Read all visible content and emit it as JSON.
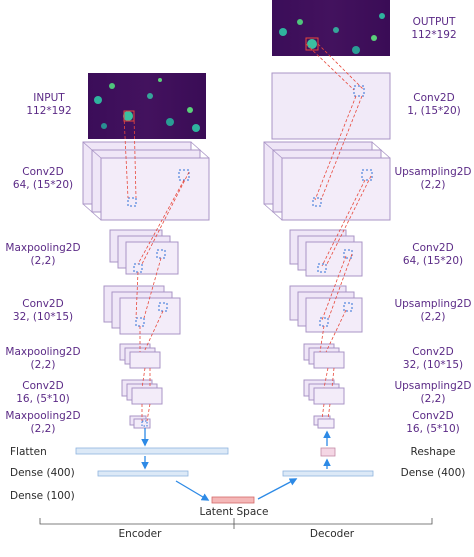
{
  "encoder": {
    "input_name": "INPUT",
    "input_dims": "112*192",
    "layers": [
      {
        "name": "Conv2D",
        "params": "64, (15*20)"
      },
      {
        "name": "Maxpooling2D",
        "params": "(2,2)"
      },
      {
        "name": "Conv2D",
        "params": "32, (10*15)"
      },
      {
        "name": "Maxpooling2D",
        "params": "(2,2)"
      },
      {
        "name": "Conv2D",
        "params": "16, (5*10)"
      },
      {
        "name": "Maxpooling2D",
        "params": "(2,2)"
      }
    ],
    "flatten": "Flatten",
    "dense1": "Dense (400)",
    "dense2": "Dense (100)",
    "bracket_label": "Encoder"
  },
  "decoder": {
    "output_name": "OUTPUT",
    "output_dims": "112*192",
    "layers": [
      {
        "name": "Conv2D",
        "params": "1, (15*20)"
      },
      {
        "name": "Upsampling2D",
        "params": "(2,2)"
      },
      {
        "name": "Conv2D",
        "params": "64, (15*20)"
      },
      {
        "name": "Upsampling2D",
        "params": "(2,2)"
      },
      {
        "name": "Conv2D",
        "params": "32, (10*15)"
      },
      {
        "name": "Upsampling2D",
        "params": "(2,2)"
      },
      {
        "name": "Conv2D",
        "params": "16, (5*10)"
      }
    ],
    "reshape": "Reshape",
    "dense": "Dense (400)",
    "bracket_label": "Decoder"
  },
  "latent_label": "Latent Space",
  "colors": {
    "label_purple": "#5b2a86",
    "layer_fill": "#efe6f7",
    "layer_stroke": "#a994c6",
    "dashed_red": "#e8483b",
    "dashed_blue": "#2f6fd6",
    "arrow_blue": "#2d8ae6",
    "latent_fill": "#f4b7b7",
    "dense_fill": "#dce9f7"
  }
}
